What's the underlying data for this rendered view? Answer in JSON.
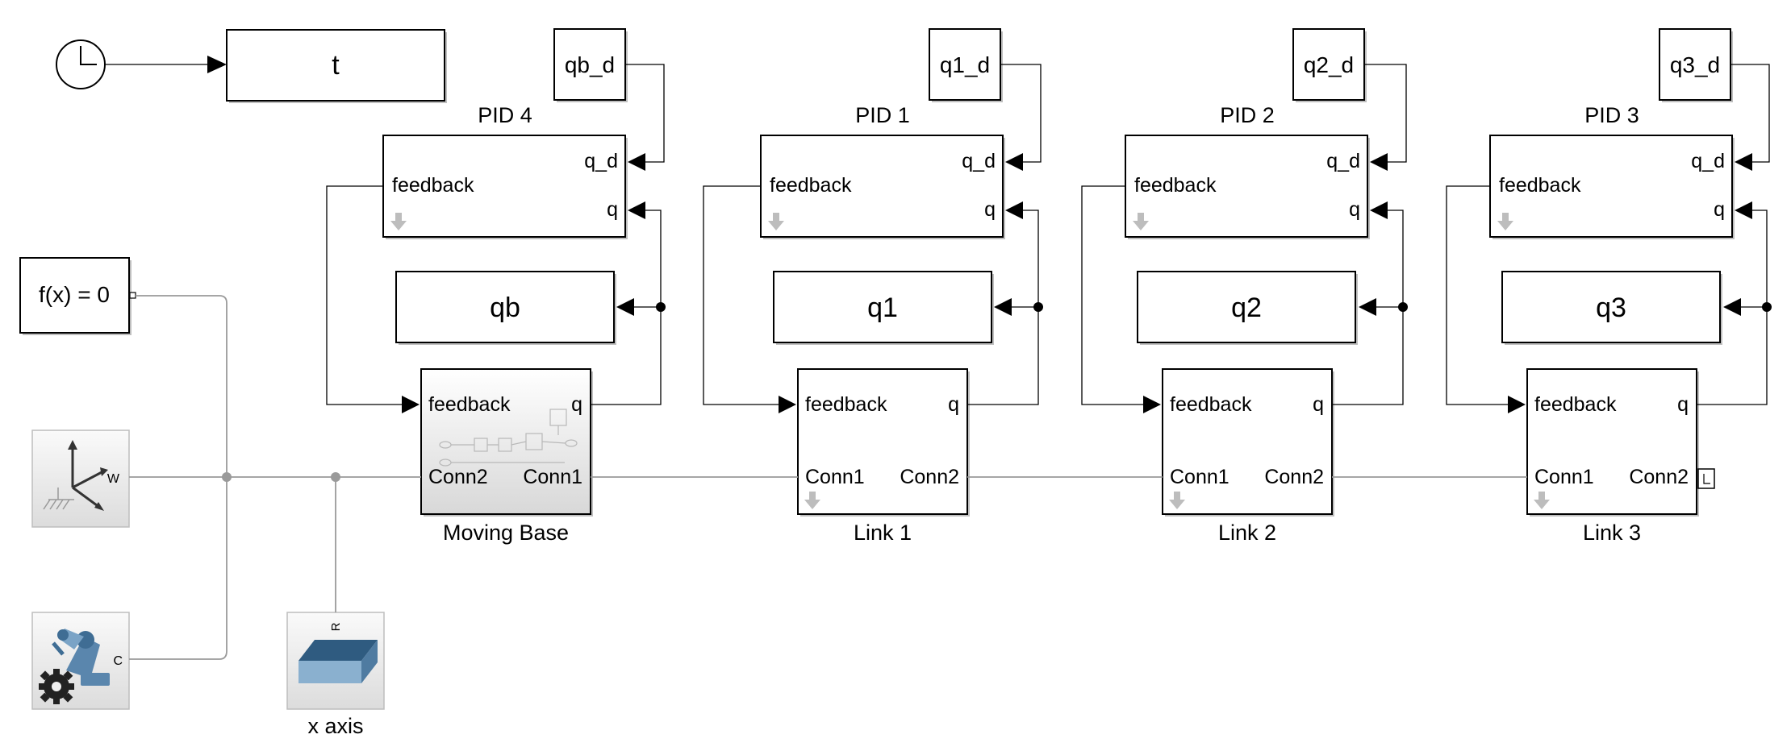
{
  "clock_block": {
    "icon": "clock-icon"
  },
  "display_t": {
    "label": "t"
  },
  "constants": [
    {
      "id": "qb_d",
      "label": "qb_d"
    },
    {
      "id": "q1_d",
      "label": "q1_d"
    },
    {
      "id": "q2_d",
      "label": "q2_d"
    },
    {
      "id": "q3_d",
      "label": "q3_d"
    }
  ],
  "pids": [
    {
      "id": "pid4",
      "title": "PID 4",
      "in_label": "feedback",
      "port_qd": "q_d",
      "port_q": "q"
    },
    {
      "id": "pid1",
      "title": "PID 1",
      "in_label": "feedback",
      "port_qd": "q_d",
      "port_q": "q"
    },
    {
      "id": "pid2",
      "title": "PID 2",
      "in_label": "feedback",
      "port_qd": "q_d",
      "port_q": "q"
    },
    {
      "id": "pid3",
      "title": "PID 3",
      "in_label": "feedback",
      "port_qd": "q_d",
      "port_q": "q"
    }
  ],
  "scopes": [
    {
      "id": "qb",
      "label": "qb"
    },
    {
      "id": "q1",
      "label": "q1"
    },
    {
      "id": "q2",
      "label": "q2"
    },
    {
      "id": "q3",
      "label": "q3"
    }
  ],
  "solver": {
    "label": "f(x) = 0"
  },
  "world_frame": {
    "port": "W",
    "icon": "world-frame-icon"
  },
  "mechanism_config": {
    "port": "C",
    "icon": "robot-gear-icon"
  },
  "x_axis": {
    "title": "x axis",
    "port": "R",
    "icon": "brick-solid-icon"
  },
  "moving_base": {
    "title": "Moving Base",
    "in_label": "feedback",
    "out_label": "q",
    "conn_left": "Conn2",
    "conn_right": "Conn1"
  },
  "links": [
    {
      "id": "link1",
      "title": "Link 1",
      "in_label": "feedback",
      "out_label": "q",
      "conn_left": "Conn1",
      "conn_right": "Conn2"
    },
    {
      "id": "link2",
      "title": "Link 2",
      "in_label": "feedback",
      "out_label": "q",
      "conn_left": "Conn1",
      "conn_right": "Conn2"
    },
    {
      "id": "link3",
      "title": "Link 3",
      "in_label": "feedback",
      "out_label": "q",
      "conn_left": "Conn1",
      "conn_right": "Conn2"
    }
  ]
}
